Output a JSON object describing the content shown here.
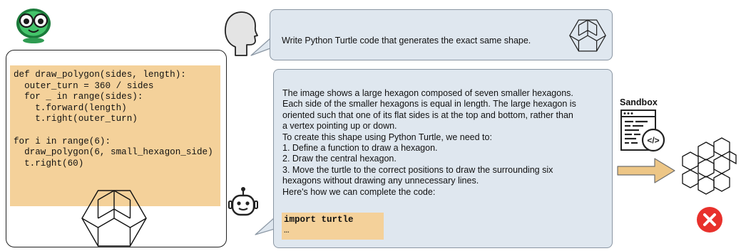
{
  "prompt": {
    "text": "Write Python Turtle code that generates the exact same shape."
  },
  "left_code": {
    "lines": [
      "def draw_polygon(sides, length):",
      "  outer_turn = 360 / sides",
      "  for _ in range(sides):",
      "    t.forward(length)",
      "    t.right(outer_turn)",
      "",
      "for i in range(6):",
      "  draw_polygon(6, small_hexagon_side)",
      "  t.right(60)"
    ]
  },
  "answer": {
    "lines": [
      "The image shows a large hexagon composed of seven smaller hexagons.",
      "Each side of the smaller hexagons is equal in length. The large hexagon is",
      "oriented such that one of its flat sides is at the top and bottom, rather than",
      "a vertex pointing up or down.",
      "To create this shape using Python Turtle, we need to:",
      "1. Define a function to draw a hexagon.",
      "2. Draw the central hexagon.",
      "3. Move the turtle to the correct positions to draw the surrounding six",
      "hexagons without drawing any unnecessary lines.",
      "Here's how we can complete the code:"
    ],
    "code_line_1": "import turtle",
    "code_line_2": "…"
  },
  "sandbox": {
    "label": "Sandbox",
    "code_icon_glyph": "</>"
  },
  "icons": {
    "turtle": "turtle-mascot-icon",
    "human": "human-head-icon",
    "robot": "robot-icon",
    "sandbox": "code-window-icon",
    "arrow": "right-arrow-icon",
    "fail": "error-x-icon"
  },
  "colors": {
    "code_bg": "#f4d19a",
    "bubble_bg": "#dfe7ef",
    "arrow_fill": "#edc686",
    "error_red": "#e8312c",
    "turtle_green": "#44c36a"
  }
}
